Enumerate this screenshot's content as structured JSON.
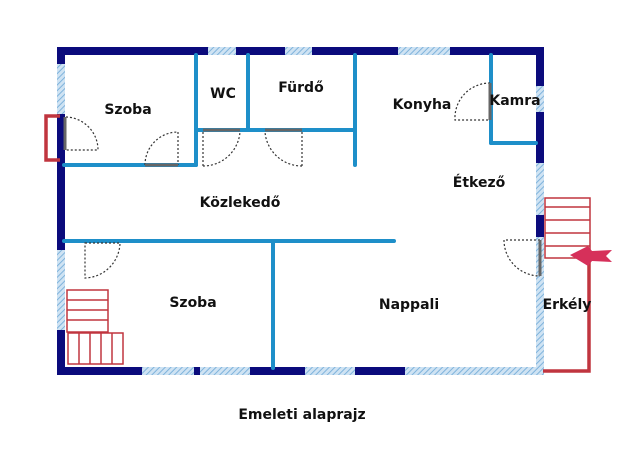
{
  "plan": {
    "caption": "Emeleti alaprajz",
    "rooms": {
      "szoba_top": "Szoba",
      "wc": "WC",
      "furdo": "Fürdő",
      "konyha": "Konyha",
      "kamra": "Kamra",
      "etkezo": "Étkező",
      "kozlekedo": "Közlekedő",
      "szoba_bottom": "Szoba",
      "nappali": "Nappali",
      "erkely": "Erkély"
    }
  },
  "colors": {
    "outer_wall": "#0b0b7c",
    "inner_wall": "#1e8fc9",
    "window": "#a9cde8",
    "stairs": "#c0353f",
    "arrow": "#d6305a"
  }
}
